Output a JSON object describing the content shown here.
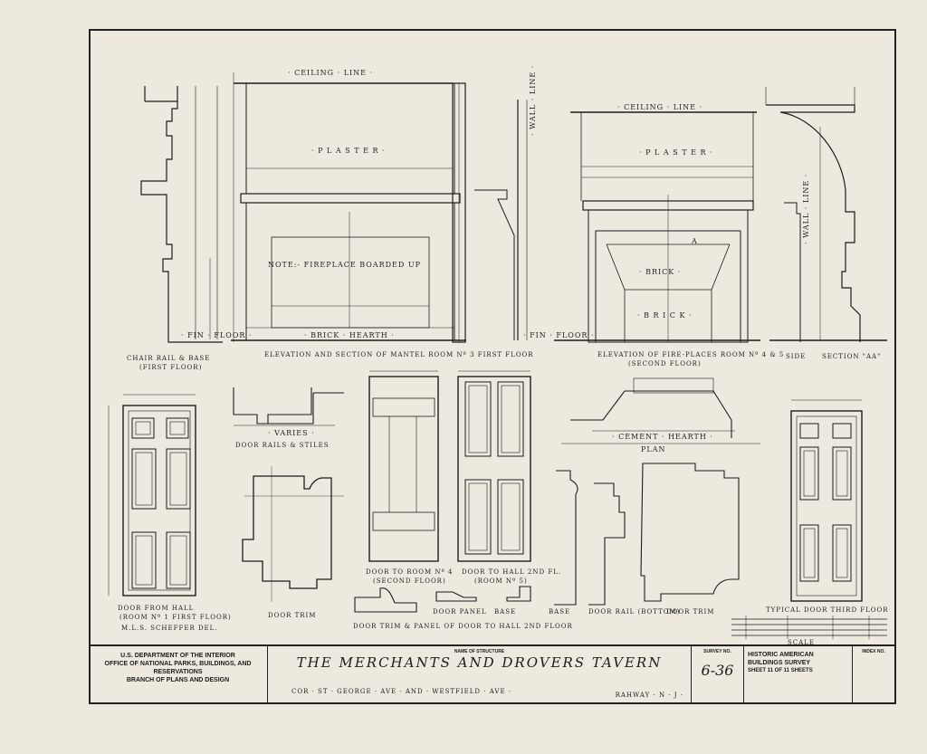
{
  "labels": {
    "ceiling_line_1": "· CEILING · LINE ·",
    "ceiling_line_2": "· CEILING · LINE ·",
    "plaster_1": "· P L A S T E R ·",
    "plaster_2": "· P L A S T E R ·",
    "wall_line_1": "· WALL · LINE ·",
    "wall_line_2": "· WALL · LINE ·",
    "note_fireplace": "NOTE:- FIREPLACE  BOARDED  UP",
    "brick_hearth": "· BRICK · HEARTH ·",
    "fin_floor_1": "· FIN · FLOOR ·",
    "fin_floor_2": "· FIN · FLOOR ·",
    "brick_1": "· BRICK ·",
    "brick_2": "· B R I C K ·",
    "cement_hearth": "· CEMENT · HEARTH ·",
    "plan": "PLAN",
    "varies": "· VARIES ·",
    "letter_a": "A"
  },
  "captions": {
    "chair_rail": "CHAIR RAIL & BASE",
    "chair_rail_sub": "(FIRST FLOOR)",
    "elevation_mantel": "ELEVATION  AND  SECTION  OF  MANTEL  ROOM  Nº 3  FIRST  FLOOR",
    "elevation_fireplaces": "ELEVATION  OF  FIRE-PLACES  ROOM  Nº 4 & 5",
    "elevation_fireplaces_sub": "(SECOND  FLOOR)",
    "side": "SIDE",
    "section_aa": "SECTION  \"AA\"",
    "door_rails": "DOOR  RAILS  &  STILES",
    "door_from_hall": "DOOR  FROM  HALL",
    "door_from_hall_sub": "(ROOM Nº 1  FIRST FLOOR)",
    "delineator": "M.L.S. SCHEFFER  DEL.",
    "door_trim_1": "DOOR  TRIM",
    "door_room4": "DOOR  TO  ROOM  Nº 4",
    "door_room4_sub": "(SECOND  FLOOR)",
    "door_hall2": "DOOR  TO  HALL  2ND FL.",
    "door_hall2_sub": "(ROOM  Nº 5)",
    "door_panel": "DOOR  PANEL",
    "base_1": "BASE",
    "base_2": "BASE",
    "door_trim_panel": "DOOR  TRIM  &  PANEL  OF  DOOR  TO  HALL  2ND  FLOOR",
    "door_rail_bottom": "DOOR  RAIL  (BOTTOM)",
    "door_trim_2": "DOOR  TRIM",
    "typical_door": "TYPICAL  DOOR  THIRD  FLOOR",
    "scale": "SCALE"
  },
  "title_block": {
    "agency_line1": "U.S. DEPARTMENT OF THE INTERIOR",
    "agency_line2": "OFFICE OF NATIONAL PARKS, BUILDINGS, AND RESERVATIONS",
    "agency_line3": "BRANCH OF PLANS AND DESIGN",
    "name_label": "NAME OF STRUCTURE",
    "structure_name": "THE MERCHANTS AND DROVERS TAVERN",
    "address": "COR · ST · GEORGE · AVE · AND · WESTFIELD · AVE ·",
    "city": "RAHWAY · N · J ·",
    "survey_label": "SURVEY NO.",
    "survey_no": "6-36",
    "habs_line1": "HISTORIC AMERICAN",
    "habs_line2": "BUILDINGS SURVEY",
    "sheet_text": "SHEET 11 OF 11 SHEETS",
    "index_label": "INDEX NO."
  },
  "colors": {
    "ink": "#1c1c1c",
    "paper": "#ede9df"
  }
}
